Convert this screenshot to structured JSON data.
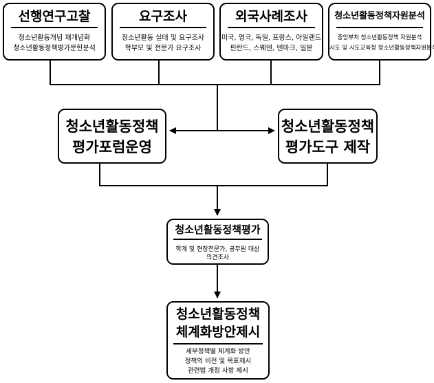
{
  "top_boxes": [
    {
      "title": "선행연구고찰",
      "lines": [
        "청소년활동개념 재개념화",
        "청소년활동정책평가문헌분석"
      ]
    },
    {
      "title": "요구조사",
      "lines": [
        "청소년활동 실태 및 요구조사",
        "학부모 및 전문가 요구조사"
      ]
    },
    {
      "title": "외국사례조사",
      "lines": [
        "미국, 영국, 독일, 프랑스, 아일랜드",
        "핀란드, 스웨덴, 덴마크, 일본"
      ]
    },
    {
      "title": "청소년활동정책자원분석",
      "lines": [
        "중앙부처 청소년활동정책 자원분석",
        "시도 및 시도교육청 청소년활동정책자원분석"
      ]
    }
  ],
  "middle": {
    "forum": [
      "청소년활동정책",
      "평가포럼운영"
    ],
    "tool": [
      "청소년활동정책",
      "평가도구 제작"
    ]
  },
  "evaluation": {
    "title": "청소년활동정책평가",
    "lines": [
      "학계 및 현장전문가, 공무원 대상",
      "의견조사"
    ]
  },
  "final": {
    "title": [
      "청소년활동정책",
      "체계화방안제시"
    ],
    "lines": [
      "세부정책별 체계화 방안",
      "정책의 비전 및 목표제시",
      "관련법 개정 사항 제시"
    ]
  }
}
